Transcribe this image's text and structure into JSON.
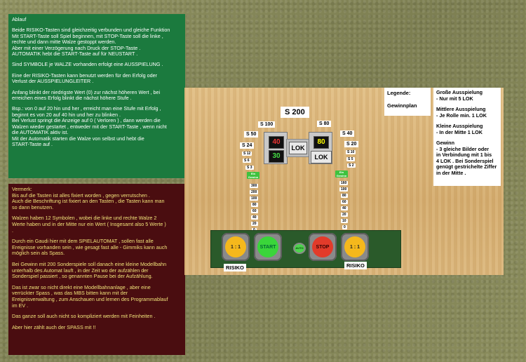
{
  "ablauf": {
    "paragraphs": [
      "Ablauf",
      "Beide RISIKO-Tasten sind gleichzeitig verbunden und gleiche Funktion\nMit START-Taste soll Spiel beginnen, mit STOP-Taste soll die linke ,\nrechte und dann mitte Walze gestoppt werden.\nAber mit einer Verzögerung nach Druck der STOP-Taste .\nAUTOMATIK hebt die START-Taste auf für NEUSTART .",
      "Sind SYMBOLE je WALZE vorhanden erfolgt eine AUSSPIELUNG .",
      "Eine der RISIKO-Tasten kann benutzt werden für den Erfolg oder\nVerlust der AUSSPIELUNGLEITER .",
      "Anfang blinkt der niedrigste Wert (0) zur nächst höheren Wert , bei\nerreichen eines Erfolg blinkt die nächst höhere Stufe .",
      "Bsp.: von 0 auf 20 hin und her , erreicht man eine Stufe mit Erfolg ,\nbeginnt es von 20 auf 40 hin und her zu blinken .\nBei Verlust springt die Anzeige auf 0 ( Verloren ) , dann werden die\nWalzen wieder gestartet , entweder mit der START-Taste , wenn nicht\ndie AUTOMATIK aktiv ist.\nMit der Automatik starten die Walze von selbst und hebt die\nSTART-Taste auf ."
    ]
  },
  "vermerk": {
    "paragraphs": [
      "Vermerk:\nBis auf die Tasten ist alles fixiert worden , gegen verrutschen .\nAuch die Beschriftung ist fixiert an den Tasten , die Tasten kann man\nso dann benutzen.",
      "Walzen haben 12 Symbolen , wobei die linke und rechte Walze 2\nWerte haben und in der Mitte nur ein Wert ( Insgesamt also 5 Werte )\n.",
      "Durch ein Gaudi hier mit dem SPIELAUTOMAT , sollen fast alle\nEreignisse vorhanden sein , wie gesagt fast alle - Gimmiks kann auch\nmöglich sein als Spass.",
      "Bei Gewinn mit 200 Sonderspiele soll danach eine kleine Modellbahn\nunterhalb des Automat lauft , in der Zeit wo der aufzählen der\nSonderspiel passiert , so genannten Pause bei der Aufzählung.",
      "Das ist zwar so nicht direkt eine Modellbahnanlage , aber eine\nverrückter Spass , was das MBS bitten kann mit der\nEreignisverwaltung , zum Anschauen und lernen des Programmablauf\nim EV .",
      "Das ganze soll auch nicht so kompliziert werden mit Feinheiten .",
      "Aber hier zählt auch der SPASS mit !!"
    ]
  },
  "legend": {
    "title": "Legende:",
    "gewinnplan": "Gewinnplan"
  },
  "info": {
    "paragraphs": [
      "Große Ausspielung\n- Nur mit 5 LOK",
      "Mittlere Ausspielung\n- Je Rolle min. 1 LOK",
      "Kleine Ausspielung\n- In der Mitte 1 LOK",
      "Gewinn\n- 3 gleiche Bilder oder\nin Verbindung mit 1 bis\n4 LOK . Bei Sonderspiel\ngenügt gestrichelte Ziffer\nin der Mitte ."
    ]
  },
  "machine": {
    "s200": "S 200",
    "s100": "S 100",
    "s80": "S 80",
    "s50": "S 50",
    "s40": "S 40",
    "s24": "S 24",
    "s20": "S 20",
    "s12": "S 12",
    "s10": "S 10",
    "s6": "S 6",
    "s5": "S 5",
    "s3": "S 3",
    "s2": "S 2",
    "reel_left_top": "40",
    "reel_left_bottom": "30",
    "reel_right_top": "80",
    "reel_right_bottom": "LOK",
    "reel_mid": "LOK",
    "lamp_left": "Ein Gewinn",
    "lamp_right": "Ein Gewinn",
    "ladder_left": [
      "300",
      "200",
      "100",
      "80",
      "60",
      "40",
      "20",
      "0"
    ],
    "ladder_right": [
      "160",
      "100",
      "80",
      "60",
      "40",
      "20",
      "10",
      "0"
    ]
  },
  "controls": {
    "risiko_btn": "1 : 1",
    "start_btn": "START",
    "auto_btn": "AUTO",
    "stop_btn": "STOP",
    "risiko_label": "RISIKO"
  },
  "colors": {
    "green_panel": "#1b7a3e",
    "red_panel": "#4a0d10",
    "start": "#3ad53a",
    "stop": "#e23b2a",
    "risiko": "#f5b81c"
  }
}
